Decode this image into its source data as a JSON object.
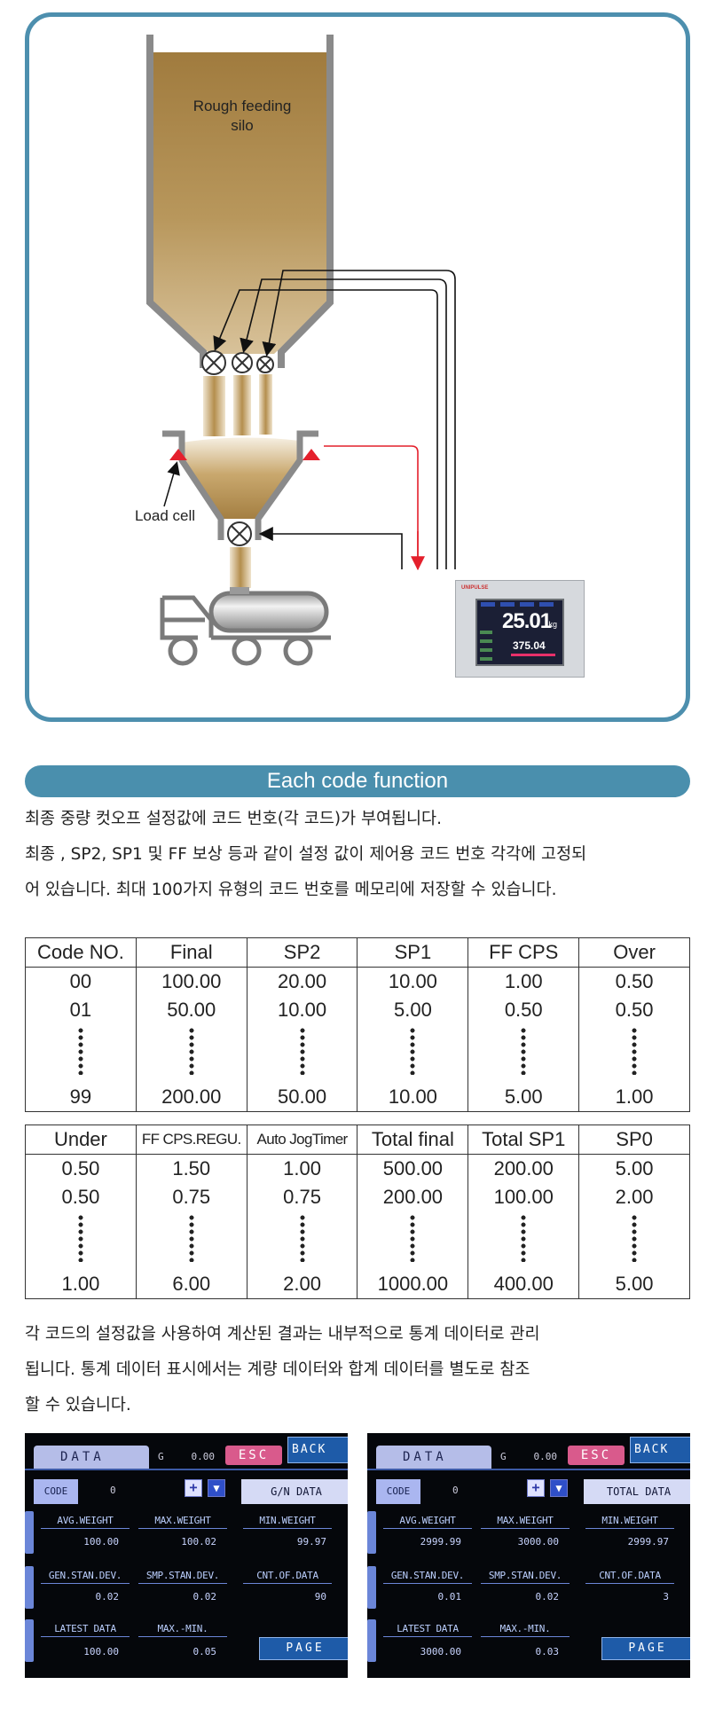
{
  "diagram": {
    "silo_label_line1": "Rough feeding",
    "silo_label_line2": "silo",
    "load_cell_label": "Load cell",
    "indicator": {
      "brand": "UNIPULSE",
      "main_weight": "25.01",
      "unit": "kg",
      "sub_weight": "375.04"
    },
    "colors": {
      "frame": "#4d8fae",
      "material": "#a98548",
      "signal_red": "#e4202c"
    }
  },
  "section": {
    "title": "Each code function"
  },
  "intro": {
    "line1": "최종 중량 컷오프 설정값에 코드 번호(각 코드)가 부여됩니다.",
    "line2": "최종 , SP2, SP1 및 FF 보상 등과 같이 설정 값이 제어용 코드 번호 각각에 고정되",
    "line3": "어 있습니다. 최대 100가지 유형의 코드 번호를 메모리에 저장할 수 있습니다."
  },
  "table1": {
    "headers": [
      "Code NO.",
      "Final",
      "SP2",
      "SP1",
      "FF CPS",
      "Over"
    ],
    "row1": [
      "00",
      "100.00",
      "20.00",
      "10.00",
      "1.00",
      "0.50"
    ],
    "row2": [
      "01",
      "50.00",
      "10.00",
      "5.00",
      "0.50",
      "0.50"
    ],
    "row3": [
      "99",
      "200.00",
      "50.00",
      "10.00",
      "5.00",
      "1.00"
    ]
  },
  "table2": {
    "headers": [
      "Under",
      "FF CPS.REGU.",
      "Auto JogTimer",
      "Total final",
      "Total SP1",
      "SP0"
    ],
    "row1": [
      "0.50",
      "1.50",
      "1.00",
      "500.00",
      "200.00",
      "5.00"
    ],
    "row2": [
      "0.50",
      "0.75",
      "0.75",
      "200.00",
      "100.00",
      "2.00"
    ],
    "row3": [
      "1.00",
      "6.00",
      "2.00",
      "1000.00",
      "400.00",
      "5.00"
    ]
  },
  "stats_text": {
    "line1": "각 코드의 설정값을 사용하여 계산된 결과는 내부적으로 통계 데이터로 관리",
    "line2": "됩니다. 통계 데이터 표시에서는 계량 데이터와 합계 데이터를 별도로 참조",
    "line3": "할 수 있습니다."
  },
  "panel_left": {
    "title": "DATA",
    "g_label": "G",
    "g_value": "0.00",
    "esc": "ESC",
    "back": "BACK",
    "code_label": "CODE",
    "code_value": "0",
    "up": "+",
    "down": "▼",
    "mode": "G/N DATA",
    "labels": [
      "AVG.WEIGHT",
      "MAX.WEIGHT",
      "MIN.WEIGHT",
      "GEN.STAN.DEV.",
      "SMP.STAN.DEV.",
      "CNT.OF.DATA",
      "LATEST DATA",
      "MAX.-MIN."
    ],
    "values": [
      "100.00",
      "100.02",
      "99.97",
      "0.02",
      "0.02",
      "90",
      "100.00",
      "0.05"
    ],
    "page": "PAGE"
  },
  "panel_right": {
    "title": "DATA",
    "g_label": "G",
    "g_value": "0.00",
    "esc": "ESC",
    "back": "BACK",
    "code_label": "CODE",
    "code_value": "0",
    "up": "+",
    "down": "▼",
    "mode": "TOTAL DATA",
    "labels": [
      "AVG.WEIGHT",
      "MAX.WEIGHT",
      "MIN.WEIGHT",
      "GEN.STAN.DEV.",
      "SMP.STAN.DEV.",
      "CNT.OF.DATA",
      "LATEST DATA",
      "MAX.-MIN."
    ],
    "values": [
      "2999.99",
      "3000.00",
      "2999.97",
      "0.01",
      "0.02",
      "3",
      "3000.00",
      "0.03"
    ],
    "page": "PAGE"
  }
}
